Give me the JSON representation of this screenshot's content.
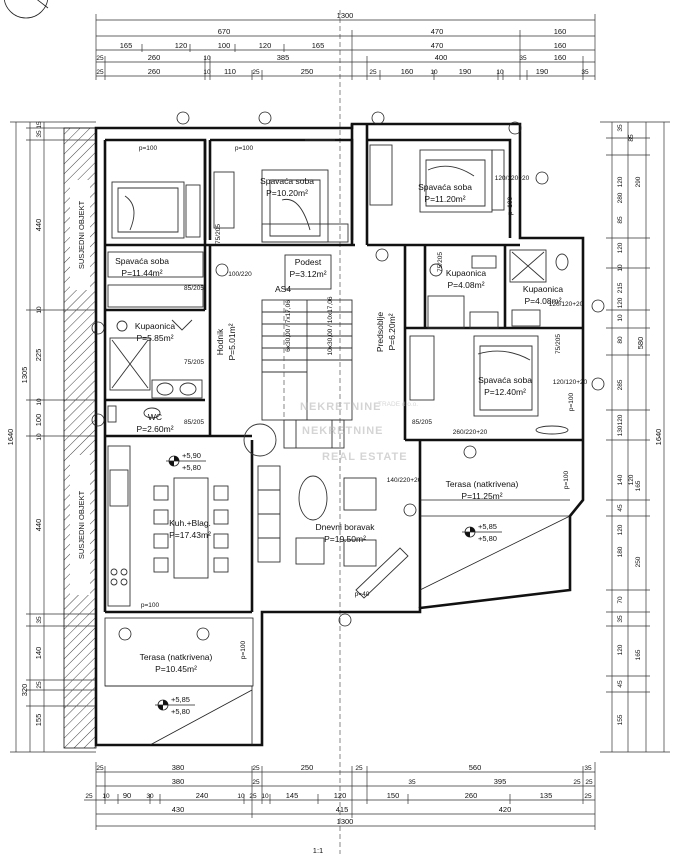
{
  "header": {
    "top_mark": "1:1"
  },
  "dimensions": {
    "top": {
      "overall": "1300",
      "row1": [
        "670",
        "470",
        "160"
      ],
      "row2": [
        "165",
        "120",
        "100",
        "120",
        "165",
        "470",
        "160"
      ],
      "row3": [
        "25",
        "260",
        "10",
        "385",
        "400",
        "35",
        "160"
      ],
      "row4": [
        "25",
        "260",
        "10",
        "110",
        "25",
        "250",
        "25",
        "160",
        "10",
        "190",
        "10",
        "190",
        "35"
      ]
    },
    "bottom": {
      "overall": "1300",
      "row1": [
        "25",
        "380",
        "25",
        "250",
        "25",
        "560",
        "35"
      ],
      "row2": [
        "380",
        "25",
        "35",
        "395",
        "25",
        "25"
      ],
      "row3": [
        "25",
        "10",
        "90",
        "30",
        "240",
        "10",
        "25",
        "10",
        "145",
        "120",
        "150",
        "260",
        "135",
        "25"
      ],
      "row4": [
        "430",
        "415",
        "420"
      ]
    },
    "left": {
      "overall": "1640",
      "main": "1305",
      "inner": [
        "15",
        "35",
        "440",
        "10",
        "225",
        "10",
        "100",
        "10",
        "440",
        "35",
        "140",
        "25",
        "320",
        "155"
      ]
    },
    "right": {
      "overall": "1640",
      "main": "580",
      "inner": [
        "35",
        "85",
        "120",
        "290",
        "280",
        "85",
        "120",
        "10",
        "215",
        "120",
        "10",
        "80",
        "285",
        "120",
        "130",
        "140",
        "120",
        "165",
        "45",
        "120",
        "180",
        "250",
        "70",
        "35",
        "120",
        "165",
        "45",
        "155"
      ]
    }
  },
  "neighbours": [
    "SUSJEDNI OBJEKT",
    "SUSJEDNI OBJEKT"
  ],
  "rooms": [
    {
      "name": "Spavaća soba",
      "area": "P=11.44m²"
    },
    {
      "name": "Spavaća soba",
      "area": "P=10.20m²"
    },
    {
      "name": "Spavaća soba",
      "area": "P=11.20m²"
    },
    {
      "name": "Spavaća soba",
      "area": "P=12.40m²"
    },
    {
      "name": "Podest",
      "area": "P=3.12m²"
    },
    {
      "name": "Hodnik",
      "area": "P=5.01m²"
    },
    {
      "name": "Kupaonica",
      "area": "P=5.85m²"
    },
    {
      "name": "Kupaonica",
      "area": "P=4.08m²"
    },
    {
      "name": "Kupaonica",
      "area": "P=4.08m²"
    },
    {
      "name": "WC",
      "area": "P=2.60m²"
    },
    {
      "name": "Predsoblje",
      "area": "P=6.20m²"
    },
    {
      "name": "Kuh.+Blag.",
      "area": "P=17.43m²"
    },
    {
      "name": "Dnevni boravak",
      "area": "P=19.50m²"
    },
    {
      "name": "Terasa (natkrivena)",
      "area": "P=11.25m²"
    },
    {
      "name": "Terasa (natkrivena)",
      "area": "P=10.45m²"
    }
  ],
  "levels": [
    {
      "top": "+5,90",
      "bottom": "+5,80"
    },
    {
      "top": "+5,85",
      "bottom": "+5,80"
    },
    {
      "top": "+5,85",
      "bottom": "+5,80"
    }
  ],
  "openings": [
    "p=100",
    "p=100",
    "p=100",
    "p=100",
    "p=100",
    "p=100",
    "p=100",
    "p=40",
    "85/205",
    "85/205",
    "75/205",
    "75/205",
    "75/205",
    "85/205",
    "100/220",
    "140/220+20",
    "260/220+20",
    "120/120+20",
    "120/120+20",
    "120/120+20",
    "75/205"
  ],
  "stairs": {
    "label": "AS4",
    "left_run": "6x30,00 / 7x17,06",
    "right_run": "10x30,00 / 10x17,06"
  },
  "watermark": {
    "brand": "NEKRETNINE",
    "sub": "REAL ESTATE",
    "trade": "TRADE d.o.o."
  }
}
